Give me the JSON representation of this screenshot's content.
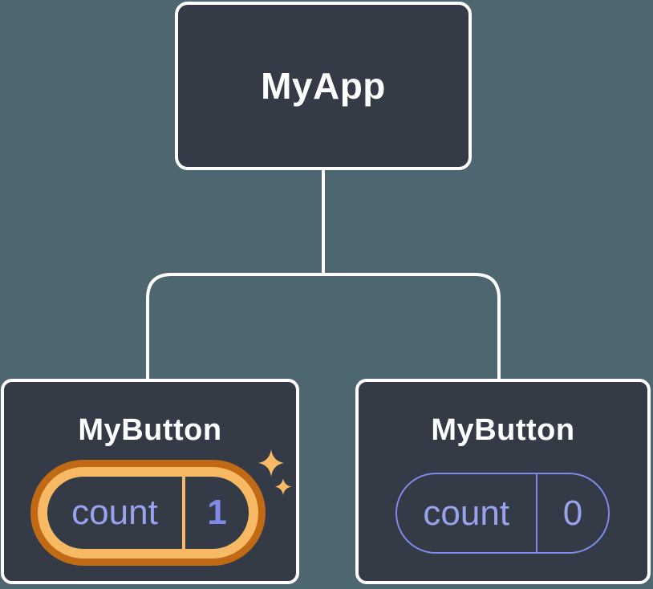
{
  "diagram": {
    "title": "component-tree-with-state",
    "root": {
      "label": "MyApp"
    },
    "children": [
      {
        "label": "MyButton",
        "state": {
          "name": "count",
          "value": "1"
        },
        "highlighted": true
      },
      {
        "label": "MyButton",
        "state": {
          "name": "count",
          "value": "0"
        },
        "highlighted": false
      }
    ]
  },
  "colors": {
    "background": "#4D6670",
    "node_fill": "#343A46",
    "node_border": "#FFFFFF",
    "connector": "#FFFFFF",
    "state_text": "#99A2EC",
    "state_value_highlight": "#8089E5",
    "pill_stroke": "#7F89E8",
    "highlight_gold": "#F8B964",
    "highlight_dark_orange": "#C06A16",
    "sparkle": "#F8BA67"
  }
}
